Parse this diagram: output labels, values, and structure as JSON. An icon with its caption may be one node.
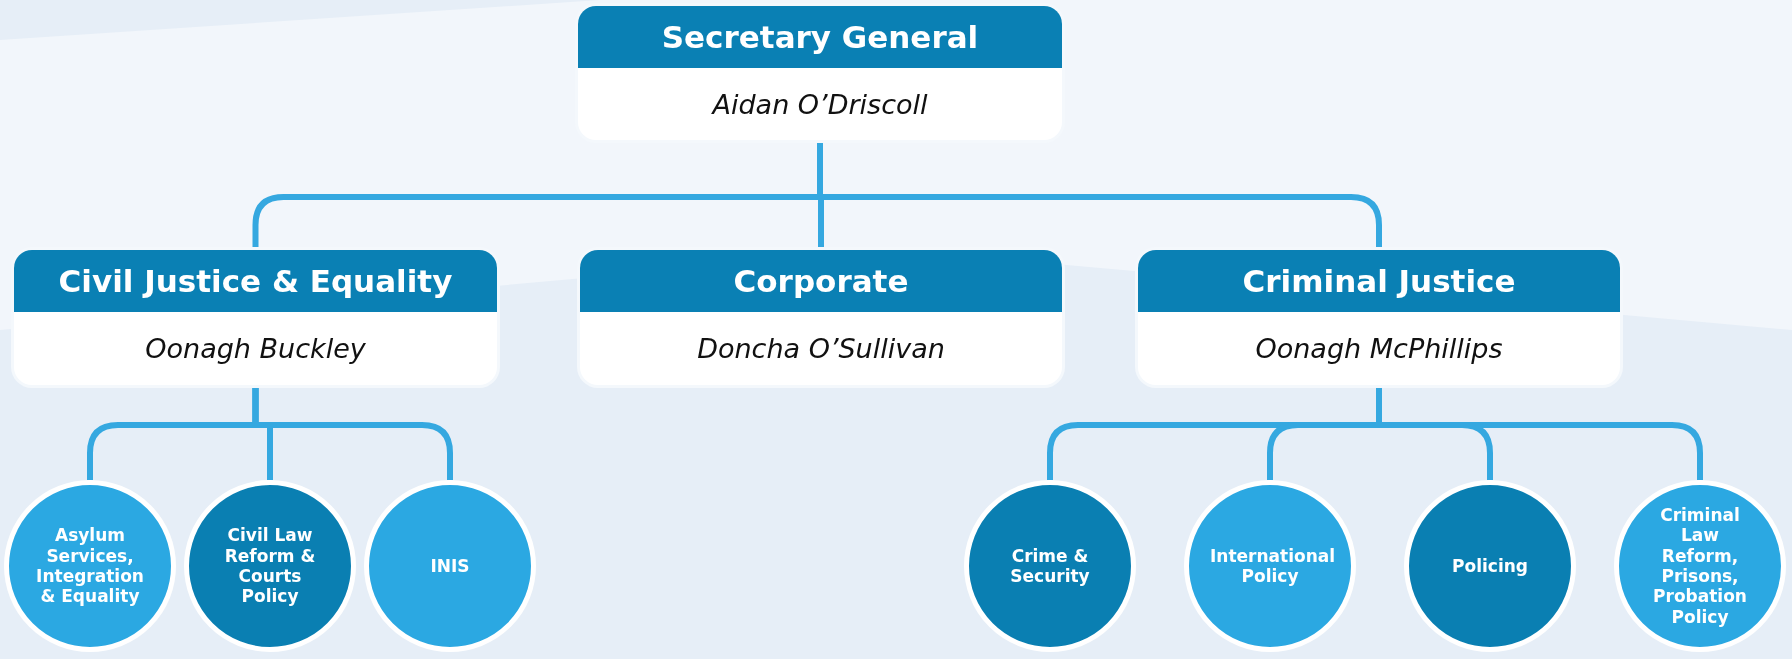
{
  "diagram": {
    "nodes": [
      {
        "text": [
          "Secretary General",
          "Aidan O’Driscoll"
        ]
      },
      {
        "text": [
          "Civil Justice & Equality",
          "Oonagh Buckley"
        ]
      },
      {
        "text": [
          "Corporate",
          "Doncha O’Sullivan"
        ]
      },
      {
        "text": [
          "Criminal Justice",
          "Oonagh McPhillips"
        ]
      },
      {
        "text": [
          "Asylum Services, Integration & Equality"
        ]
      },
      {
        "text": [
          "Civil Law Reform & Courts Policy"
        ]
      },
      {
        "text": [
          "INIS"
        ]
      },
      {
        "text": [
          "Crime & Security"
        ]
      },
      {
        "text": [
          "International Policy"
        ]
      },
      {
        "text": [
          "Policing"
        ]
      },
      {
        "text": [
          "Criminal Law Reform, Prisons, Probation Policy"
        ]
      }
    ],
    "edges": [
      {
        "from": 0,
        "to": 1,
        "arrow": "none"
      },
      {
        "from": 0,
        "to": 2,
        "arrow": "none"
      },
      {
        "from": 0,
        "to": 3,
        "arrow": "none"
      },
      {
        "from": 1,
        "to": 4,
        "arrow": "none"
      },
      {
        "from": 1,
        "to": 5,
        "arrow": "none"
      },
      {
        "from": 1,
        "to": 6,
        "arrow": "none"
      },
      {
        "from": 3,
        "to": 7,
        "arrow": "none"
      },
      {
        "from": 3,
        "to": 8,
        "arrow": "none"
      },
      {
        "from": 3,
        "to": 9,
        "arrow": "none"
      },
      {
        "from": 3,
        "to": 10,
        "arrow": "none"
      }
    ]
  }
}
